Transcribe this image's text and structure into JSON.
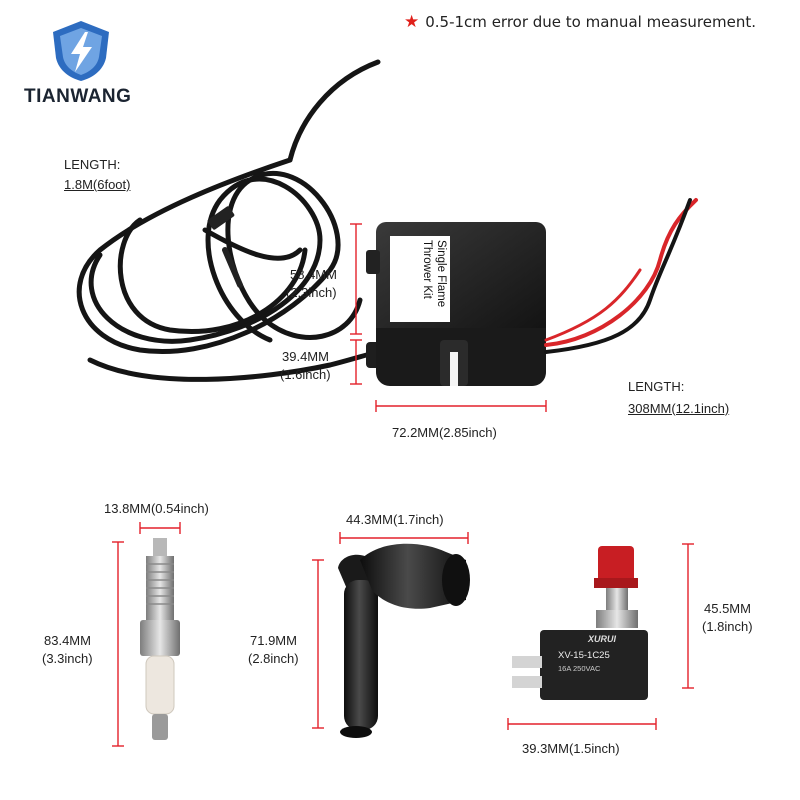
{
  "brand": {
    "name": "TIANWANG"
  },
  "note": {
    "text": "0.5-1cm error due to manual measurement."
  },
  "kit_label": "Single Flame Thrower Kit",
  "switch_markings": {
    "brand": "XURUI",
    "model": "XV-15-1C25",
    "rating": "16A 250VAC"
  },
  "dimensions": {
    "cable_length_title": "LENGTH:",
    "cable_length": "1.8M(6foot)",
    "box_height_mm": "58.4MM",
    "box_height_in": "(2.3inch)",
    "box_depth_mm": "39.4MM",
    "box_depth_in": "(1.6inch)",
    "box_width": "72.2MM(2.85inch)",
    "wire_length_title": "LENGTH:",
    "wire_length": "308MM(12.1inch)",
    "plug_width": "13.8MM(0.54inch)",
    "plug_length_mm": "83.4MM",
    "plug_length_in": "(3.3inch)",
    "cap_width": "44.3MM(1.7inch)",
    "cap_height_mm": "71.9MM",
    "cap_height_in": "(2.8inch)",
    "switch_height_mm": "45.5MM",
    "switch_height_in": "(1.8inch)",
    "switch_width": "39.3MM(1.5inch)"
  },
  "colors": {
    "dimension_line": "#e3212b",
    "star": "#e0201a",
    "logo_blue": "#2d6cc0",
    "wire_red": "#d9262a",
    "rubber_black": "#1a1a1a"
  }
}
